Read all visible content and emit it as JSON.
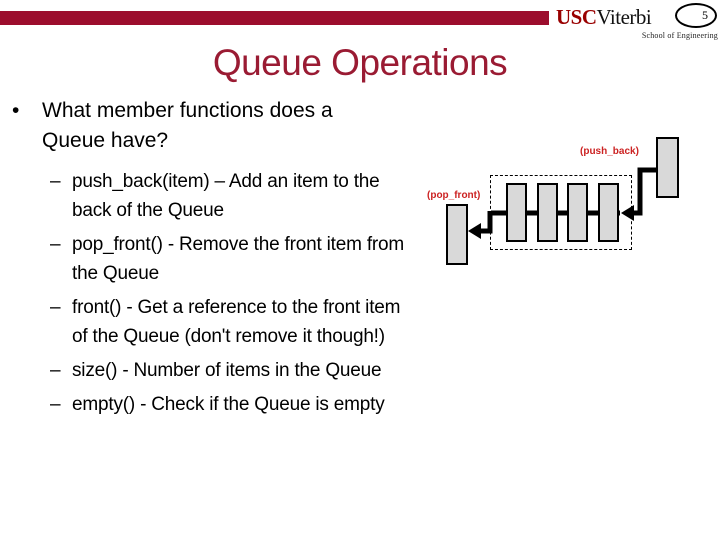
{
  "page_number": "5",
  "logo": {
    "usc": "USC",
    "viterbi": "Viterbi",
    "school": "School of Engineering"
  },
  "title": "Queue Operations",
  "content": {
    "bullet_marker": "•",
    "dash_marker": "–",
    "main_bullet": "What member functions does a Queue have?",
    "sub_bullets": [
      "push_back(item) – Add an item to the back of the Queue",
      "pop_front() - Remove the front item from the Queue",
      "front() - Get a reference to the front item of the Queue (don't remove it though!)",
      "size() - Number of items in the Queue",
      "empty() - Check if the Queue is empty"
    ]
  },
  "diagram": {
    "push_back_label": "(push_back)",
    "pop_front_label": "(pop_front)",
    "queue_item_count": 4
  },
  "colors": {
    "bar_red": "#9c0d2d",
    "title_red": "#9a1b33",
    "usc_red": "#990000",
    "label_red": "#cc2222",
    "box_gray": "#d9d9d9",
    "text_black": "#000000"
  }
}
